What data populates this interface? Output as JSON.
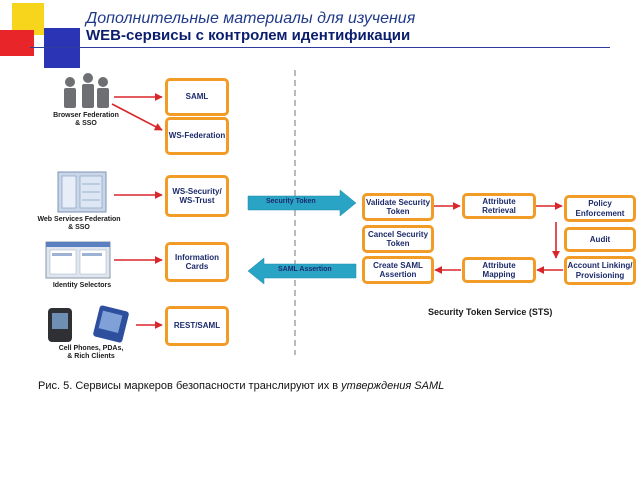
{
  "header": {
    "title_line1": "Дополнительные материалы для изучения",
    "title_line2": "WEB-сервисы с контролем идентификации",
    "colors": {
      "red": "#e8262a",
      "yellow": "#f7d51d",
      "blue": "#2b34b4",
      "line": "#2c3e9c"
    }
  },
  "diagram": {
    "clients": [
      {
        "label": "Browser Federation\n& SSO",
        "icon": "people-group-icon"
      },
      {
        "label": "Web Services Federation\n& SSO",
        "icon": "server-icon"
      },
      {
        "label": "Identity Selectors",
        "icon": "screenshot-window-icon"
      },
      {
        "label": "Cell Phones, PDAs,\n& Rich Clients",
        "icon": "mobile-devices-icon"
      }
    ],
    "protocols": [
      "SAML",
      "WS-Federation",
      "WS-Security/\nWS-Trust",
      "Information\nCards",
      "REST/SAML"
    ],
    "flow_arrows": {
      "security_token": "Security Token",
      "saml_assertion": "SAML Assertion"
    },
    "sts_boxes": {
      "validate": "Validate Security\nToken",
      "attribute_retrieval": "Attribute\nRetrieval",
      "policy_enforcement": "Policy\nEnforcement",
      "cancel": "Cancel Security\nToken",
      "audit": "Audit",
      "create_saml": "Create SAML\nAssertion",
      "attribute_mapping": "Attribute\nMapping",
      "account_linking": "Account Linking/\nProvisioning"
    },
    "sts_label": "Security Token Service (STS)",
    "colors": {
      "box_border": "#f29b26",
      "arrow_red": "#d9262b",
      "arrow_teal": "#2aa4c4",
      "text": "#1c2a6b"
    }
  },
  "caption": {
    "prefix": "Рис. 5. Сервисы маркеров безопасности транслируют их в ",
    "italic": "утверждения SAML"
  }
}
